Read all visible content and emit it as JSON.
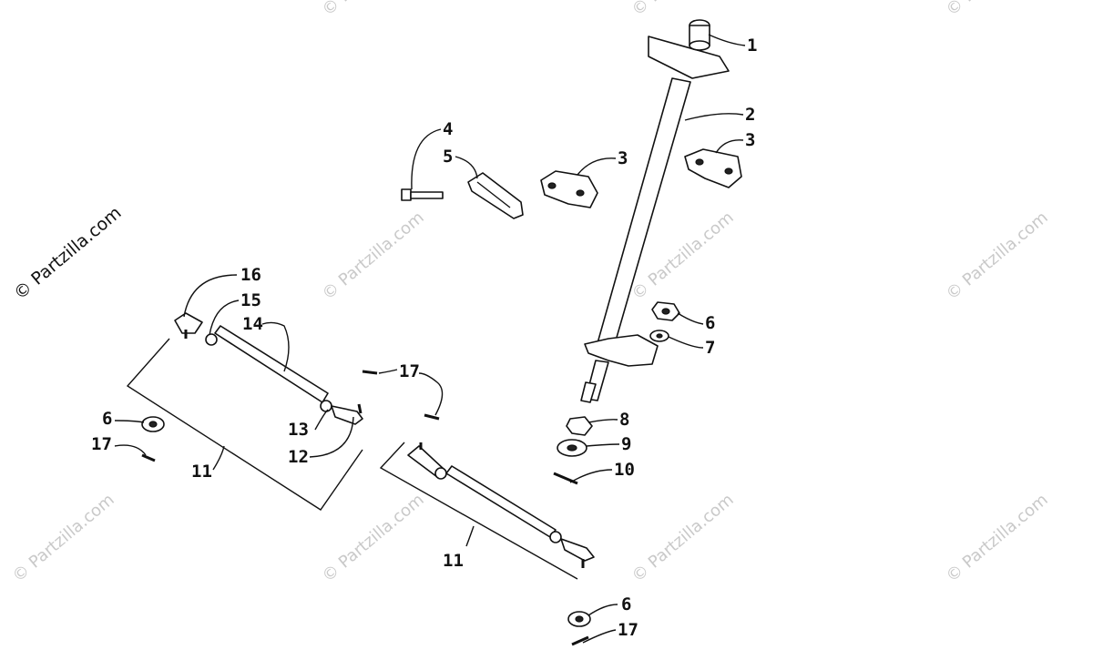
{
  "watermark": {
    "main": "© Partzilla.com",
    "faint": "© Partzilla.com"
  },
  "callouts": {
    "c1": "1",
    "c2": "2",
    "c3a": "3",
    "c3b": "3",
    "c4": "4",
    "c5": "5",
    "c6a": "6",
    "c6b": "6",
    "c6c": "6",
    "c7": "7",
    "c8": "8",
    "c9": "9",
    "c10": "10",
    "c11a": "11",
    "c11b": "11",
    "c12": "12",
    "c13": "13",
    "c14": "14",
    "c15": "15",
    "c16": "16",
    "c17a": "17",
    "c17b": "17",
    "c17c": "17"
  }
}
